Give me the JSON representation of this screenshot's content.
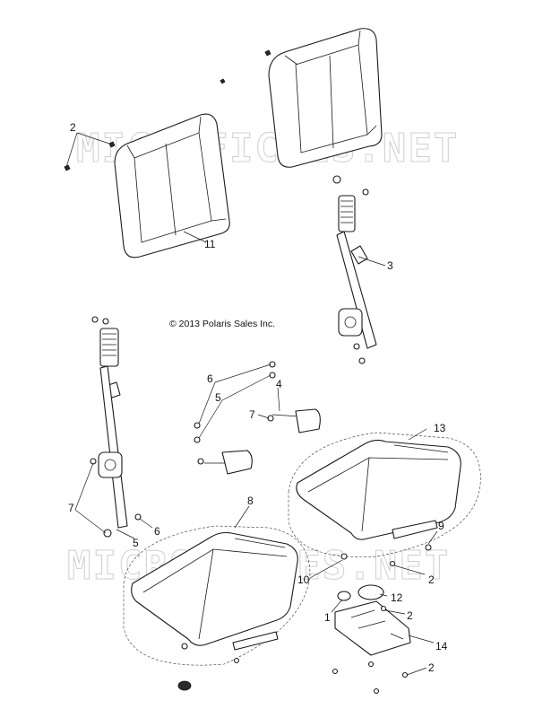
{
  "copyright": "© 2013 Polaris Sales Inc.",
  "watermark": "MICROFICHES.NET",
  "callouts": {
    "c1": "1",
    "c2a": "2",
    "c2b": "2",
    "c2c": "2",
    "c2d": "2",
    "c3": "3",
    "c4": "4",
    "c5a": "5",
    "c5b": "5",
    "c6a": "6",
    "c6b": "6",
    "c7a": "7",
    "c7b": "7",
    "c8": "8",
    "c9": "9",
    "c10": "10",
    "c11": "11",
    "c12": "12",
    "c13": "13",
    "c14": "14"
  }
}
